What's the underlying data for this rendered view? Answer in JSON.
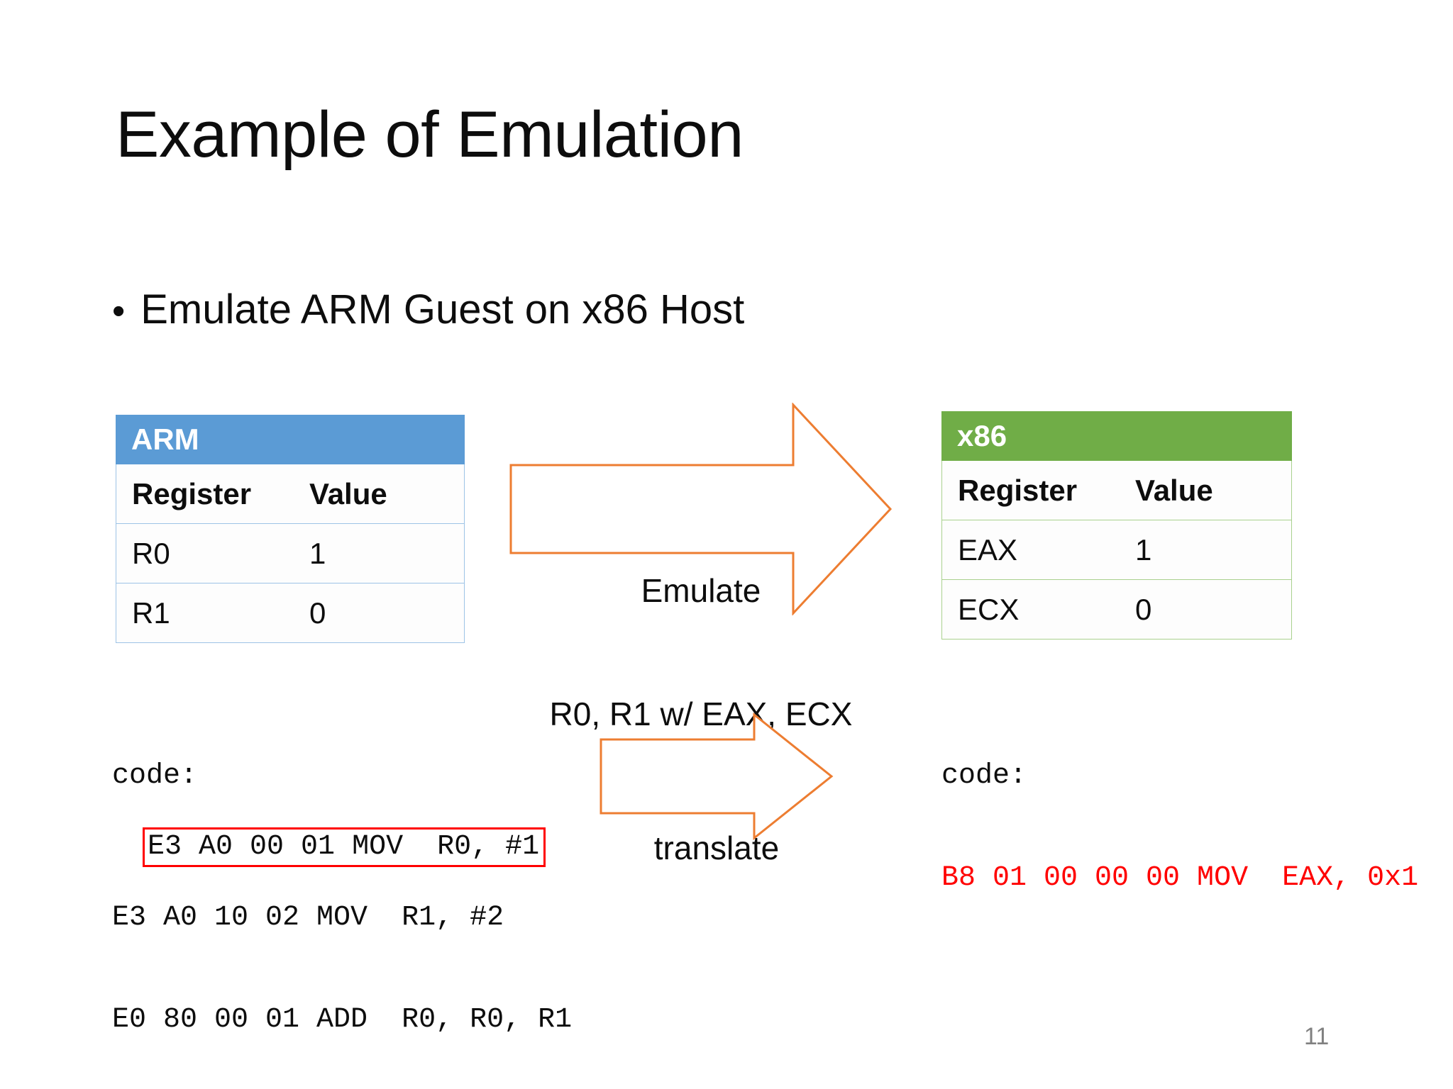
{
  "slide": {
    "title": "Example of Emulation",
    "page_number": "11",
    "bullet": {
      "marker": "•",
      "text": "Emulate ARM Guest on x86 Host"
    }
  },
  "arm_table": {
    "caption": "ARM",
    "header_color": "#5B9BD5",
    "border_color": "#9DC3E6",
    "columns": [
      "Register",
      "Value"
    ],
    "rows": [
      {
        "register": "R0",
        "value": "1",
        "value_color": "#FF0000"
      },
      {
        "register": "R1",
        "value": "0",
        "value_color": "#0D0D0D"
      }
    ]
  },
  "x86_table": {
    "caption": "x86",
    "header_color": "#70AD47",
    "border_color": "#A9D18E",
    "columns": [
      "Register",
      "Value"
    ],
    "rows": [
      {
        "register": "EAX",
        "value": "1",
        "value_color": "#FF0000"
      },
      {
        "register": "ECX",
        "value": "0",
        "value_color": "#0D0D0D"
      }
    ]
  },
  "arm_code": {
    "label": "code:",
    "lines": [
      "E3 A0 00 01 MOV  R0, #1",
      "E3 A0 10 02 MOV  R1, #2",
      "E0 80 00 01 ADD  R0, R0, R1"
    ],
    "highlighted_line_index": 0,
    "highlight_color": "#FF0000"
  },
  "x86_code": {
    "label": "code:",
    "lines": [
      "B8 01 00 00 00 MOV  EAX, 0x1"
    ],
    "text_color": "#FF0000"
  },
  "arrows": {
    "emulate": {
      "label_line1": "Emulate",
      "label_line2": "R0, R1 w/ EAX, ECX",
      "color": "#ED7D31"
    },
    "translate": {
      "label_line1": "translate",
      "color": "#ED7D31"
    }
  }
}
